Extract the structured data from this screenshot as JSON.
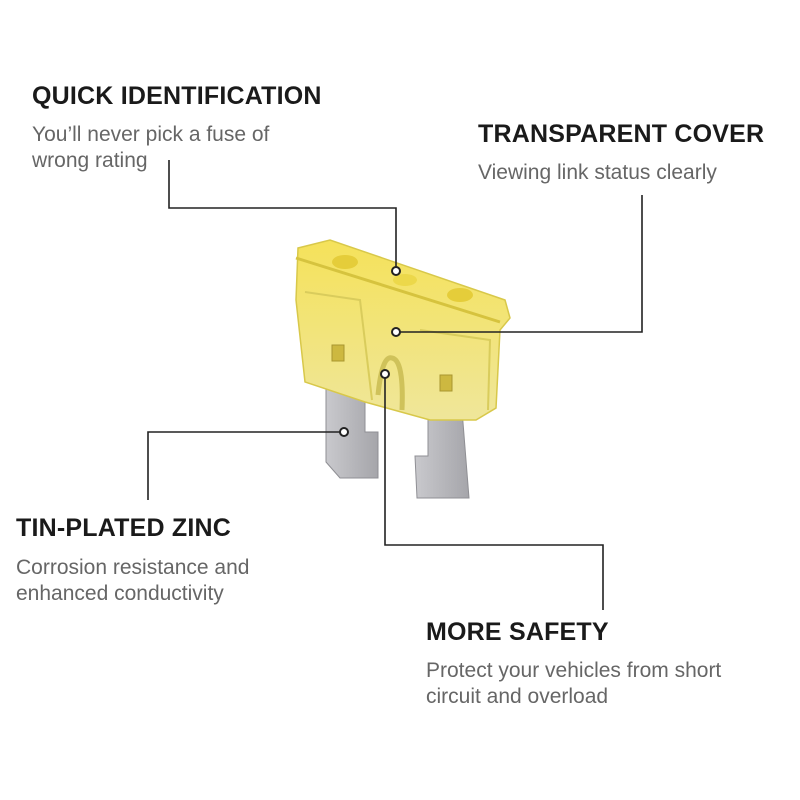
{
  "callouts": {
    "quick_identification": {
      "title": "QUICK IDENTIFICATION",
      "line1": "You’ll never pick a fuse of",
      "line2": "wrong rating"
    },
    "transparent_cover": {
      "title": "TRANSPARENT COVER",
      "line1": "Viewing link status clearly"
    },
    "tin_plated_zinc": {
      "title": "TIN-PLATED ZINC",
      "line1": "Corrosion resistance and",
      "line2": "enhanced conductivity"
    },
    "more_safety": {
      "title": "MORE SAFETY",
      "line1": "Protect your vehicles from short",
      "line2": "circuit and overload"
    }
  },
  "colors": {
    "fuse_body": "#f3e676",
    "blade": "#b9b9bd",
    "line": "#222222"
  }
}
